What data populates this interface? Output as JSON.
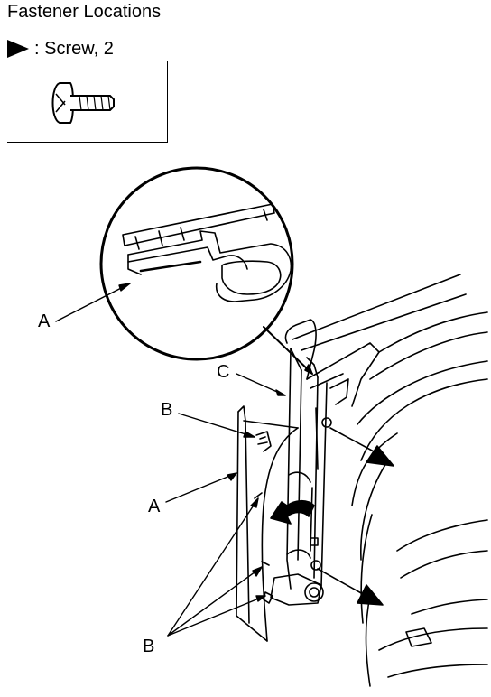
{
  "title": "Fastener Locations",
  "legend": {
    "marker_icon": "triangle-arrow-icon",
    "text": ": Screw, 2",
    "screw_icon": "screw-icon"
  },
  "callouts": {
    "a_detail": "A",
    "c": "C",
    "b_top": "B",
    "a_main": "A",
    "b_bottom": "B"
  }
}
